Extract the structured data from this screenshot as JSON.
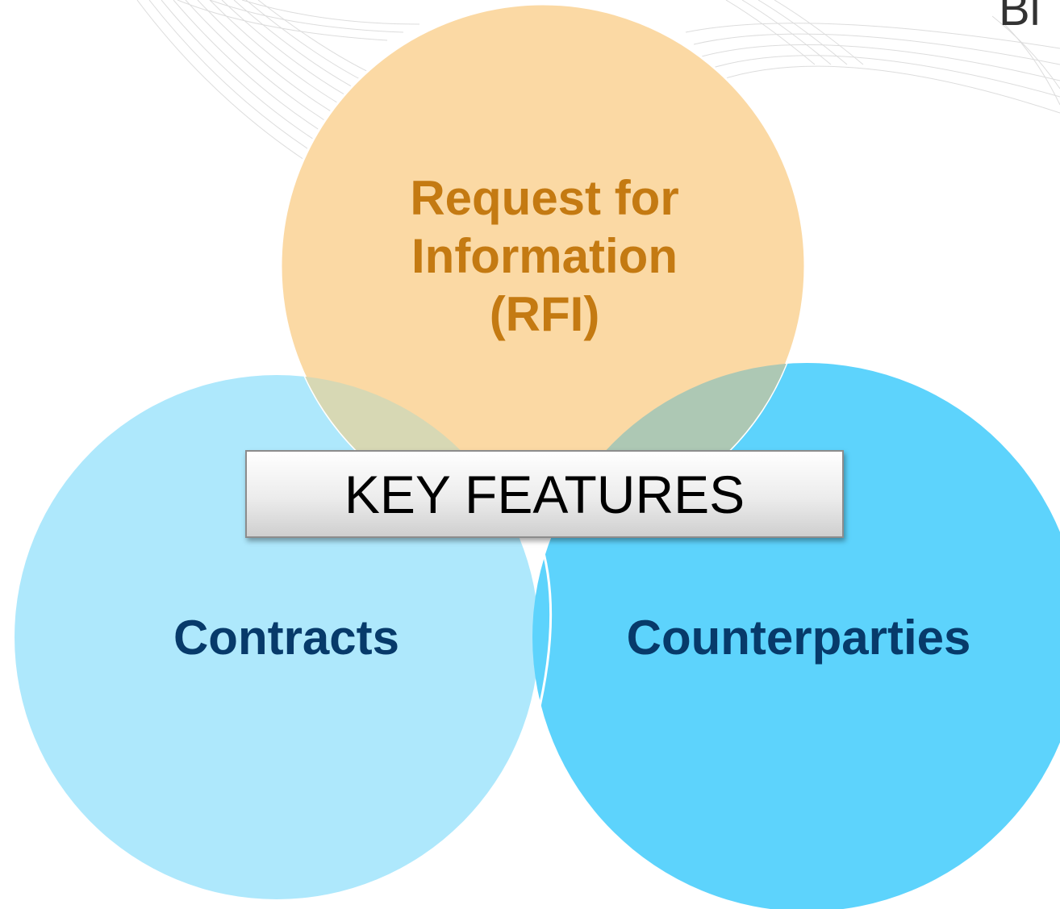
{
  "diagram": {
    "corner_text": "Bi",
    "circles": [
      {
        "id": "rfi",
        "label": "Request for Information (RFI)",
        "fill": "#fbd9a4",
        "text_color": "#c47a12"
      },
      {
        "id": "contracts",
        "label": "Contracts",
        "fill": "#aee8fc",
        "text_color": "#073a6a"
      },
      {
        "id": "counterparties",
        "label": "Counterparties",
        "fill": "#5dd3fc",
        "text_color": "#073a6a"
      }
    ],
    "overlap_colors": {
      "rfi_contracts": "#d7d8b4",
      "rfi_counterparties": "#adc8b4"
    },
    "center_label": "KEY FEATURES"
  }
}
